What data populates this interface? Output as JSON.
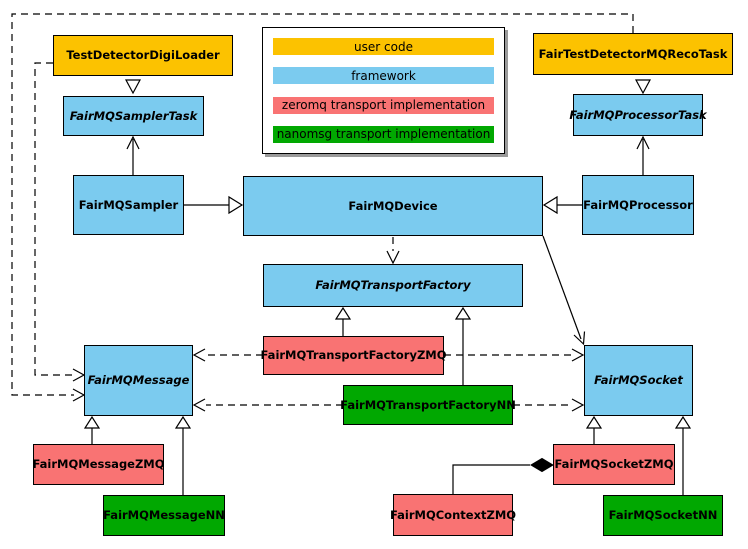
{
  "legend": {
    "items": [
      {
        "label": "user code",
        "color": "#FCC200"
      },
      {
        "label": "framework",
        "color": "#7BCBEF"
      },
      {
        "label": "zeromq transport implementation",
        "color": "#F97373"
      },
      {
        "label": "nanomsg transport implementation",
        "color": "#01A801"
      }
    ]
  },
  "colors": {
    "user_code": "#FCC200",
    "framework": "#7BCBEF",
    "zeromq": "#F97373",
    "nanomsg": "#01A801",
    "edge": "#000000",
    "background": "#FFFFFF",
    "legend_shadow": "#9A9A9A"
  },
  "nodes": [
    {
      "label": "TestDetectorDigiLoader",
      "category": "user code",
      "abstract": false
    },
    {
      "label": "FairTestDetectorMQRecoTask",
      "category": "user code",
      "abstract": false
    },
    {
      "label": "FairMQSamplerTask",
      "category": "framework",
      "abstract": true
    },
    {
      "label": "FairMQProcessorTask",
      "category": "framework",
      "abstract": true
    },
    {
      "label": "FairMQSampler",
      "category": "framework",
      "abstract": false
    },
    {
      "label": "FairMQDevice",
      "category": "framework",
      "abstract": false
    },
    {
      "label": "FairMQProcessor",
      "category": "framework",
      "abstract": false
    },
    {
      "label": "FairMQTransportFactory",
      "category": "framework",
      "abstract": true
    },
    {
      "label": "FairMQTransportFactoryZMQ",
      "category": "zeromq",
      "abstract": false
    },
    {
      "label": "FairMQTransportFactoryNN",
      "category": "nanomsg",
      "abstract": false
    },
    {
      "label": "FairMQMessage",
      "category": "framework",
      "abstract": true
    },
    {
      "label": "FairMQSocket",
      "category": "framework",
      "abstract": true
    },
    {
      "label": "FairMQMessageZMQ",
      "category": "zeromq",
      "abstract": false
    },
    {
      "label": "FairMQMessageNN",
      "category": "nanomsg",
      "abstract": false
    },
    {
      "label": "FairMQContextZMQ",
      "category": "zeromq",
      "abstract": false
    },
    {
      "label": "FairMQSocketZMQ",
      "category": "zeromq",
      "abstract": false
    },
    {
      "label": "FairMQSocketNN",
      "category": "nanomsg",
      "abstract": false
    }
  ],
  "edges": [
    {
      "from": "TestDetectorDigiLoader",
      "to": "FairMQSamplerTask",
      "type": "generalization"
    },
    {
      "from": "FairTestDetectorMQRecoTask",
      "to": "FairMQProcessorTask",
      "type": "generalization"
    },
    {
      "from": "FairMQSampler",
      "to": "FairMQSamplerTask",
      "type": "association-arrow"
    },
    {
      "from": "FairMQProcessor",
      "to": "FairMQProcessorTask",
      "type": "association-arrow"
    },
    {
      "from": "FairMQSampler",
      "to": "FairMQDevice",
      "type": "generalization"
    },
    {
      "from": "FairMQProcessor",
      "to": "FairMQDevice",
      "type": "generalization"
    },
    {
      "from": "FairMQDevice",
      "to": "FairMQTransportFactory",
      "type": "dashed-dependency"
    },
    {
      "from": "FairMQDevice",
      "to": "FairMQSocket",
      "type": "association-arrow"
    },
    {
      "from": "FairMQTransportFactoryZMQ",
      "to": "FairMQTransportFactory",
      "type": "generalization"
    },
    {
      "from": "FairMQTransportFactoryNN",
      "to": "FairMQTransportFactory",
      "type": "generalization"
    },
    {
      "from": "FairMQTransportFactoryZMQ",
      "to": "FairMQMessage",
      "type": "dashed-dependency"
    },
    {
      "from": "FairMQTransportFactoryZMQ",
      "to": "FairMQSocket",
      "type": "dashed-dependency"
    },
    {
      "from": "FairMQTransportFactoryNN",
      "to": "FairMQMessage",
      "type": "dashed-dependency"
    },
    {
      "from": "FairMQTransportFactoryNN",
      "to": "FairMQSocket",
      "type": "dashed-dependency"
    },
    {
      "from": "TestDetectorDigiLoader",
      "to": "FairMQMessage",
      "type": "dashed-dependency"
    },
    {
      "from": "FairTestDetectorMQRecoTask",
      "to": "FairMQMessage",
      "type": "dashed-dependency"
    },
    {
      "from": "FairMQMessageZMQ",
      "to": "FairMQMessage",
      "type": "generalization"
    },
    {
      "from": "FairMQMessageNN",
      "to": "FairMQMessage",
      "type": "generalization"
    },
    {
      "from": "FairMQSocketZMQ",
      "to": "FairMQSocket",
      "type": "generalization"
    },
    {
      "from": "FairMQSocketNN",
      "to": "FairMQSocket",
      "type": "generalization"
    },
    {
      "from": "FairMQContextZMQ",
      "to": "FairMQSocketZMQ",
      "type": "composition"
    }
  ]
}
